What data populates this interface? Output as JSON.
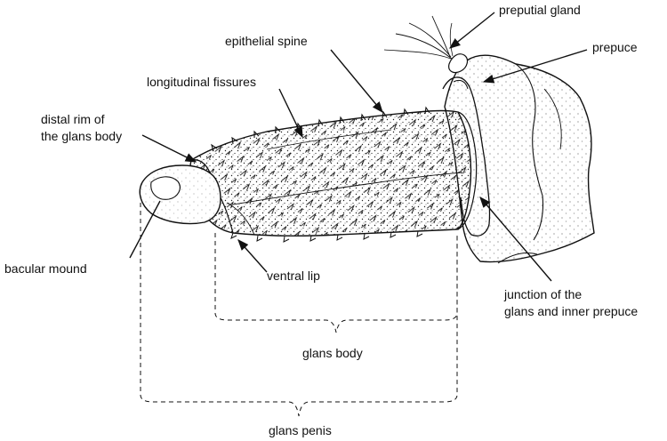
{
  "labels": {
    "preputial_gland": "preputial gland",
    "prepuce": "prepuce",
    "epithelial_spine": "epithelial spine",
    "longitudinal_fissures": "longitudinal fissures",
    "distal_rim_line1": "distal rim of",
    "distal_rim_line2": "the glans body",
    "bacular_mound": "bacular mound",
    "ventral_lip": "ventral lip",
    "junction_line1": "junction of the",
    "junction_line2": "glans and inner prepuce",
    "glans_body": "glans body",
    "glans_penis": "glans penis"
  },
  "colors": {
    "ink": "#111111",
    "background": "#ffffff"
  }
}
